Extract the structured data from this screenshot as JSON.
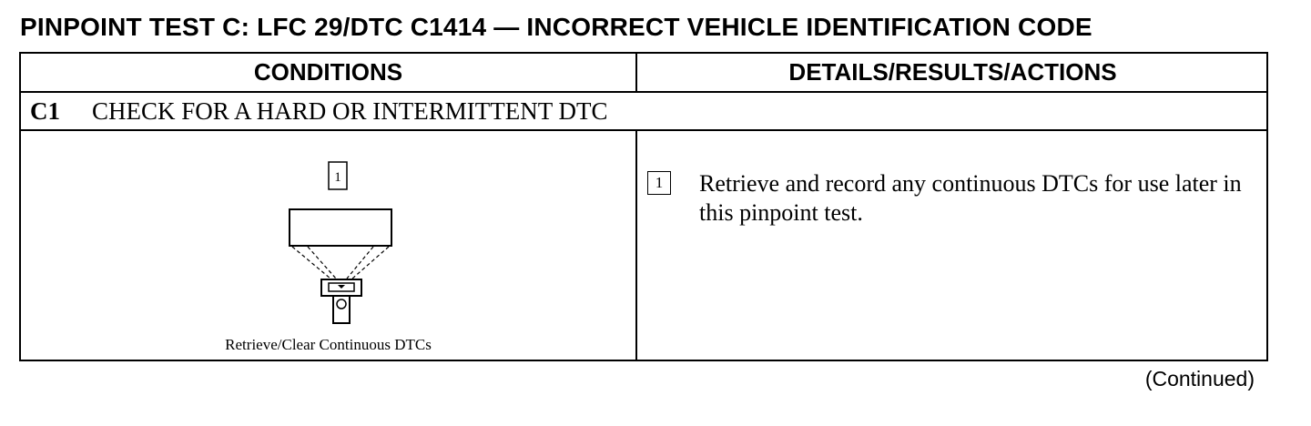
{
  "page": {
    "title": "PINPOINT TEST C: LFC 29/DTC C1414 — INCORRECT VEHICLE IDENTIFICATION CODE",
    "continued": "(Continued)"
  },
  "table": {
    "headers": {
      "conditions": "CONDITIONS",
      "details": "DETAILS/RESULTS/ACTIONS"
    },
    "step": {
      "id": "C1",
      "title": "CHECK FOR A HARD OR INTERMITTENT DTC"
    },
    "illustration": {
      "marker": "1",
      "caption": "Retrieve/Clear Continuous DTCs"
    },
    "action": {
      "marker": "1",
      "text": "Retrieve and record any continuous DTCs for use later in this pinpoint test."
    }
  }
}
